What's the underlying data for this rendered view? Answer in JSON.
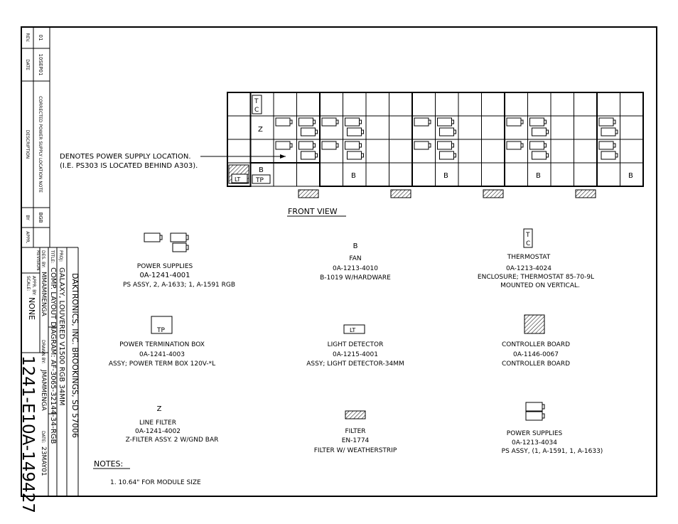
{
  "revision_block": {
    "rev_header": "REV.",
    "date_header": "DATE",
    "description_header": "DESCRIPTION",
    "by_header": "BY",
    "appr_header": "APPR.",
    "rev": "01",
    "date": "10SEP01",
    "description": "CORRECTED POWER SUPPLY LOCATION NOTE",
    "by": "BGB",
    "revision_label": "REVISION"
  },
  "title_block": {
    "company": "DAKTRONICS, INC.  BROOKINGS, SD 57006",
    "proj_label": "PROJ:",
    "proj": "GALAXY, LOUVERED V1500 RGB 34MM",
    "title_label": "TITLE:",
    "title": "COMP. LAYOUT DIAGRAM: AF-3065-32144-34-RGB",
    "des_label": "DES. BY:",
    "des": "MMAMMENGA",
    "drawn_label": "DRAWN BY:",
    "drawn": "JMAMMENGA",
    "date_label": "DATE:",
    "date": "23MAY01",
    "appr_label": "APPR. BY:",
    "scale_label": "SCALE:",
    "scale": "NONE",
    "drawing_number": "1241-E10A-149427"
  },
  "front_view": {
    "label": "FRONT VIEW",
    "callout_line1": "DENOTES POWER SUPPLY LOCATION.",
    "callout_line2": "(I.E. PS303 IS LOCATED BEHIND A303).",
    "tc_text": "T\nC",
    "z_text": "Z",
    "b_text": "B",
    "tp_text": "TP",
    "lt_text": "LT"
  },
  "legend": [
    {
      "id": "ps1",
      "symbol": "",
      "title": "POWER SUPPLIES",
      "part": "0A-1241-4001",
      "desc": "PS ASSY, 2, A-1633; 1, A-1591 RGB",
      "extra": ""
    },
    {
      "id": "fan",
      "symbol": "B",
      "title": "FAN",
      "part": "0A-1213-4010",
      "desc": "B-1019 W/HARDWARE",
      "extra": ""
    },
    {
      "id": "thermo",
      "symbol": "T\nC",
      "title": "THERMOSTAT",
      "part": "0A-1213-4024",
      "desc": "ENCLOSURE; THERMOSTAT 85-70-9L",
      "extra": "MOUNTED ON VERTICAL."
    },
    {
      "id": "ptb",
      "symbol": "TP",
      "title": "POWER TERMINATION BOX",
      "part": "0A-1241-4003",
      "desc": "ASSY; POWER TERM BOX 120V-*L",
      "extra": ""
    },
    {
      "id": "ld",
      "symbol": "LT",
      "title": "LIGHT DETECTOR",
      "part": "0A-1215-4001",
      "desc": "ASSY; LIGHT DETECTOR-34MM",
      "extra": ""
    },
    {
      "id": "cb",
      "symbol": "",
      "title": "CONTROLLER BOARD",
      "part": "0A-1146-0067",
      "desc": "CONTROLLER BOARD",
      "extra": ""
    },
    {
      "id": "lf",
      "symbol": "Z",
      "title": "LINE FILTER",
      "part": "0A-1241-4002",
      "desc": "Z-FILTER ASSY. 2 W/GND BAR",
      "extra": ""
    },
    {
      "id": "filter",
      "symbol": "",
      "title": "FILTER",
      "part": "EN-1774",
      "desc": "FILTER W/ WEATHERSTRIP",
      "extra": ""
    },
    {
      "id": "ps2",
      "symbol": "",
      "title": "POWER SUPPLIES",
      "part": "0A-1213-4034",
      "desc": "PS ASSY, (1, A-1591, 1, A-1633)",
      "extra": ""
    }
  ],
  "notes": {
    "header": "NOTES:",
    "items": [
      "1.   10.64\" FOR MODULE SIZE"
    ]
  }
}
